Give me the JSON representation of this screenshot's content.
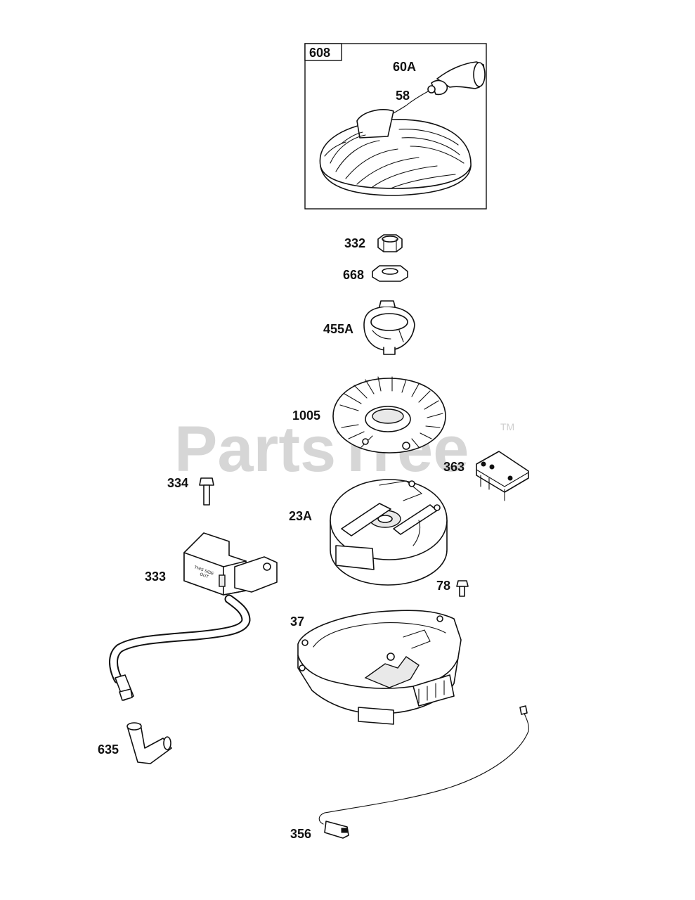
{
  "watermark": {
    "text": "PartsTree",
    "trademark": "TM"
  },
  "box_label": "608",
  "labels": {
    "p60A": "60A",
    "p58": "58",
    "p332": "332",
    "p668": "668",
    "p455A": "455A",
    "p1005": "1005",
    "p363": "363",
    "p334": "334",
    "p23A": "23A",
    "p333": "333",
    "p78": "78",
    "p37": "37",
    "p635": "635",
    "p356": "356"
  },
  "coil_text": {
    "line1": "THIS SIDE",
    "line2": "OUT"
  }
}
